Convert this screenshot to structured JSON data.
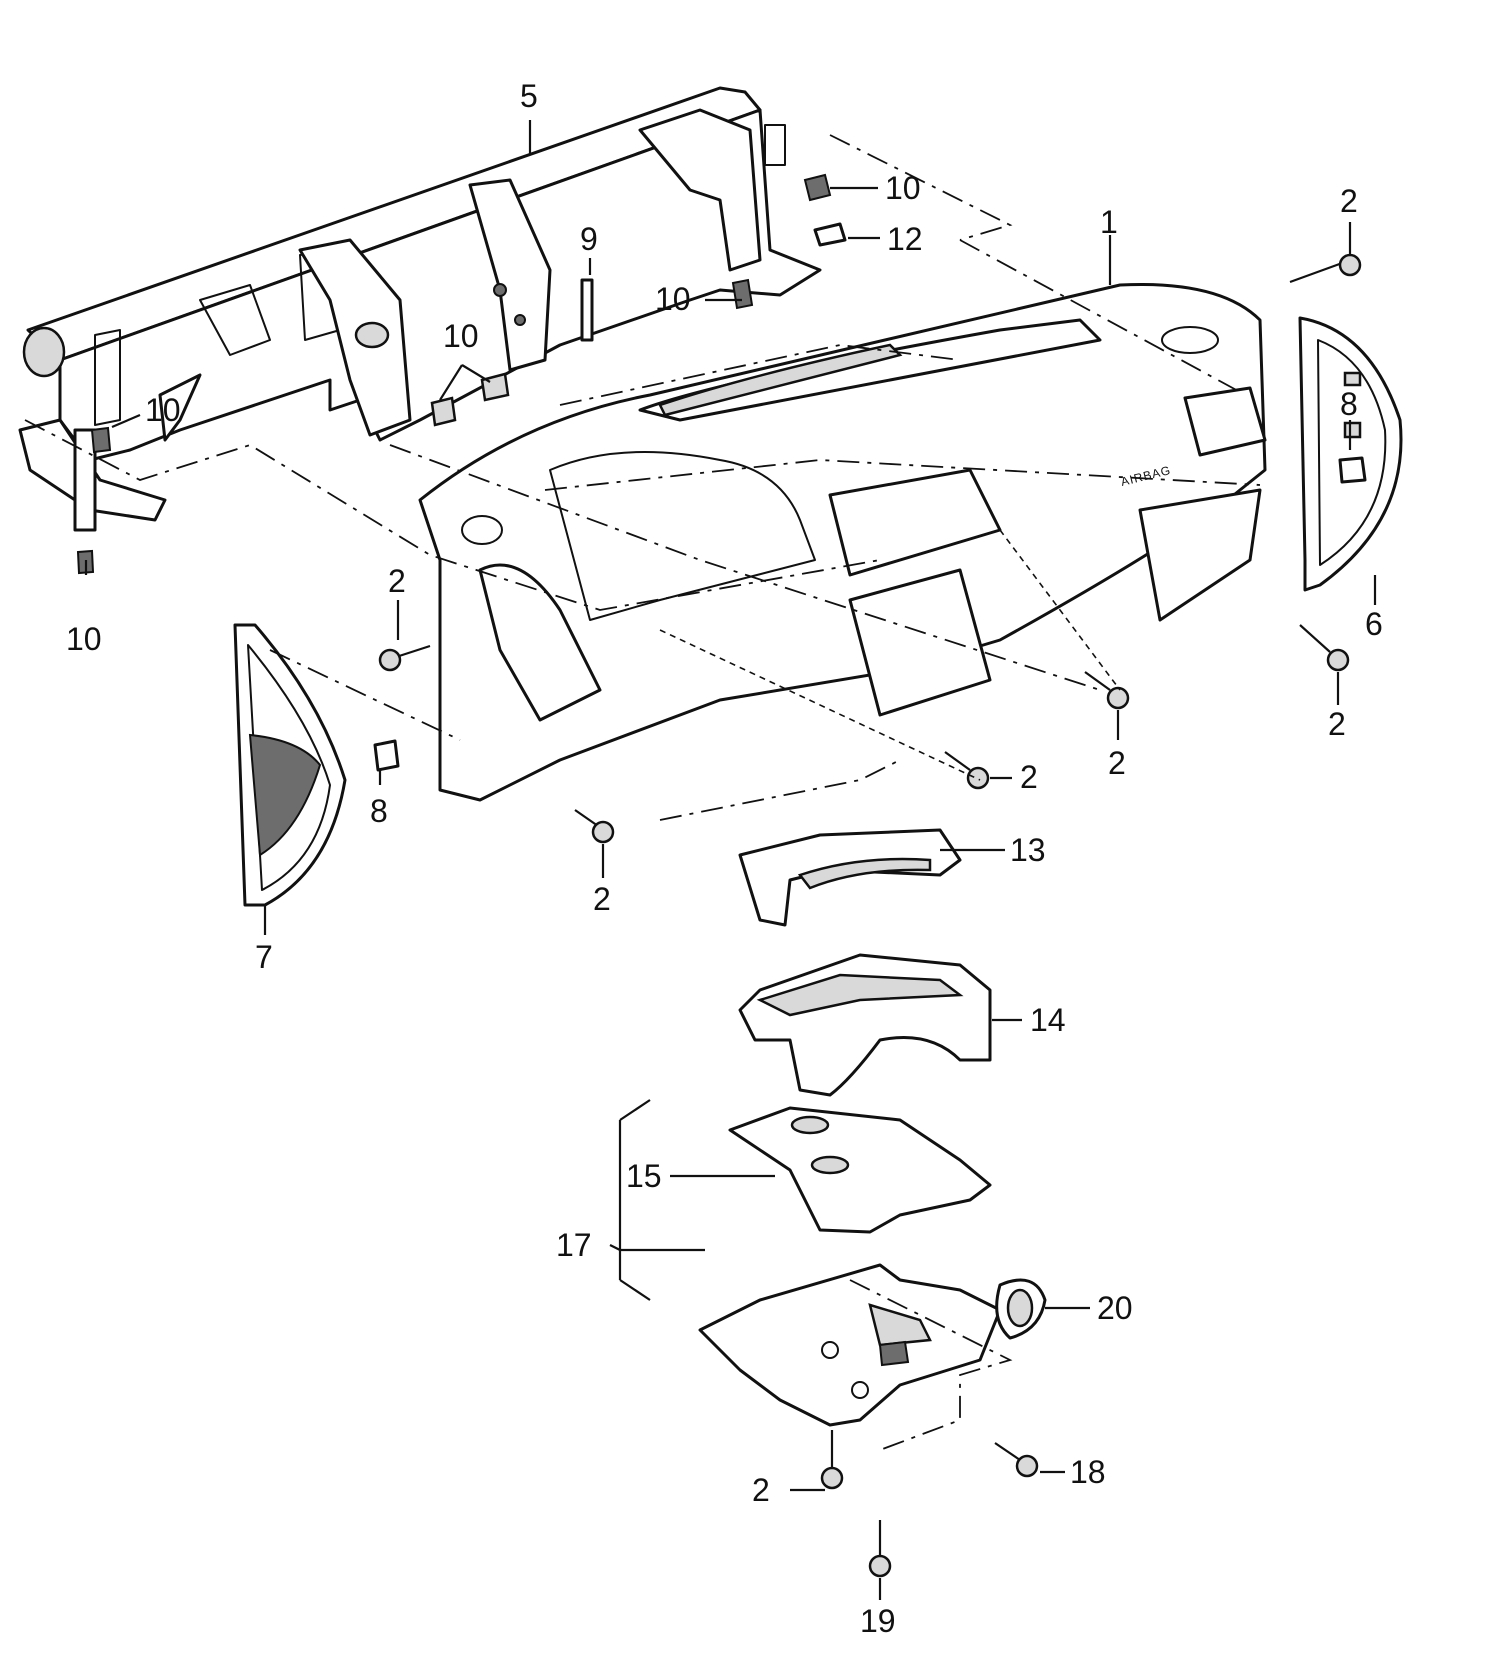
{
  "embossed_label": "AIRBAG",
  "callouts": [
    {
      "id": "c5",
      "text": "5"
    },
    {
      "id": "c10a",
      "text": "10"
    },
    {
      "id": "c12",
      "text": "12"
    },
    {
      "id": "c1",
      "text": "1"
    },
    {
      "id": "c2a",
      "text": "2"
    },
    {
      "id": "c9",
      "text": "9"
    },
    {
      "id": "c10b",
      "text": "10"
    },
    {
      "id": "c10c",
      "text": "10"
    },
    {
      "id": "c10d",
      "text": "10"
    },
    {
      "id": "c8a",
      "text": "8"
    },
    {
      "id": "c10e",
      "text": "10"
    },
    {
      "id": "c2b",
      "text": "2"
    },
    {
      "id": "c6",
      "text": "6"
    },
    {
      "id": "c2c",
      "text": "2"
    },
    {
      "id": "c8b",
      "text": "8"
    },
    {
      "id": "c2d",
      "text": "2"
    },
    {
      "id": "c2e",
      "text": "2"
    },
    {
      "id": "c13",
      "text": "13"
    },
    {
      "id": "c2f",
      "text": "2"
    },
    {
      "id": "c7",
      "text": "7"
    },
    {
      "id": "c14",
      "text": "14"
    },
    {
      "id": "c15",
      "text": "15"
    },
    {
      "id": "c17",
      "text": "17"
    },
    {
      "id": "c20",
      "text": "20"
    },
    {
      "id": "c18",
      "text": "18"
    },
    {
      "id": "c2g",
      "text": "2"
    },
    {
      "id": "c19",
      "text": "19"
    }
  ]
}
